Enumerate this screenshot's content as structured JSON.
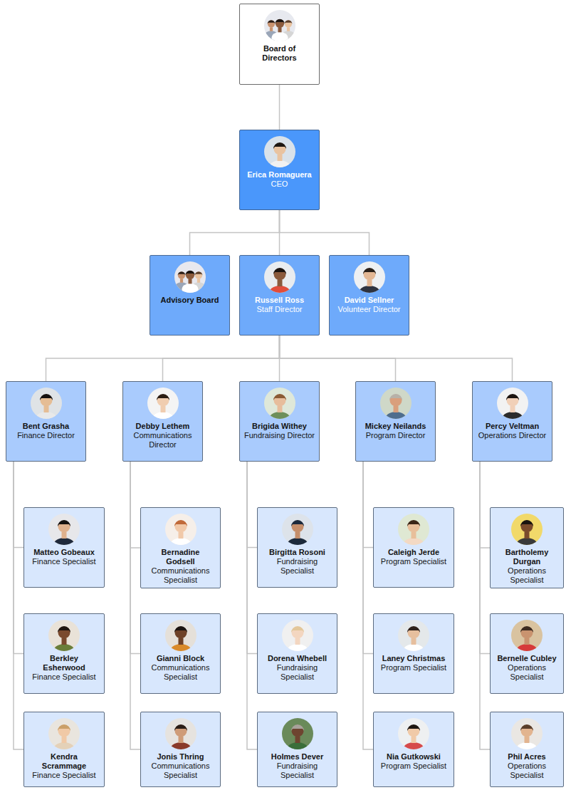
{
  "diagram": {
    "nodes": [
      {
        "text": [
          "Board of Directors"
        ]
      },
      {
        "text": [
          "Erica Romaguera",
          "CEO"
        ]
      },
      {
        "text": [
          "Advisory Board"
        ]
      },
      {
        "text": [
          "Russell Ross",
          "Staff Director"
        ]
      },
      {
        "text": [
          "David Sellner",
          "Volunteer Director"
        ]
      },
      {
        "text": [
          "Bent Grasha",
          "Finance Director"
        ]
      },
      {
        "text": [
          "Debby Lethem",
          "Communications Director"
        ]
      },
      {
        "text": [
          "Brigida Withey",
          "Fundraising Director"
        ]
      },
      {
        "text": [
          "Mickey Neilands",
          "Program Director"
        ]
      },
      {
        "text": [
          "Percy Veltman",
          "Operations Director"
        ]
      },
      {
        "text": [
          "Matteo Gobeaux",
          "Finance Specialist"
        ]
      },
      {
        "text": [
          "Bernadine Godsell",
          "Communications Specialist"
        ]
      },
      {
        "text": [
          "Birgitta Rosoni",
          "Fundraising Specialist"
        ]
      },
      {
        "text": [
          "Caleigh Jerde",
          "Program Specialist"
        ]
      },
      {
        "text": [
          "Bartholemy Durgan",
          "Operations Specialist"
        ]
      },
      {
        "text": [
          "Berkley Esherwood",
          "Finance Specialist"
        ]
      },
      {
        "text": [
          "Gianni Block",
          "Communications Specialist"
        ]
      },
      {
        "text": [
          "Dorena Whebell",
          "Fundraising Specialist"
        ]
      },
      {
        "text": [
          "Laney Christmas",
          "Program Specialist"
        ]
      },
      {
        "text": [
          "Bernelle Cubley",
          "Operations Specialist"
        ]
      },
      {
        "text": [
          "Kendra Scrammage",
          "Finance Specialist"
        ]
      },
      {
        "text": [
          "Jonis Thring",
          "Communications Specialist"
        ]
      },
      {
        "text": [
          "Holmes Dever",
          "Fundraising Specialist"
        ]
      },
      {
        "text": [
          "Nia Gutkowski",
          "Program Specialist"
        ]
      },
      {
        "text": [
          "Phil Acres",
          "Operations Specialist"
        ]
      }
    ],
    "edges": [
      {
        "from": 0,
        "to": 1,
        "arrow": "none"
      },
      {
        "from": 1,
        "to": 2,
        "arrow": "none"
      },
      {
        "from": 1,
        "to": 3,
        "arrow": "none"
      },
      {
        "from": 1,
        "to": 4,
        "arrow": "none"
      },
      {
        "from": 3,
        "to": 5,
        "arrow": "none"
      },
      {
        "from": 3,
        "to": 6,
        "arrow": "none"
      },
      {
        "from": 3,
        "to": 7,
        "arrow": "none"
      },
      {
        "from": 3,
        "to": 8,
        "arrow": "none"
      },
      {
        "from": 3,
        "to": 9,
        "arrow": "none"
      },
      {
        "from": 5,
        "to": 10,
        "arrow": "none"
      },
      {
        "from": 5,
        "to": 15,
        "arrow": "none"
      },
      {
        "from": 5,
        "to": 20,
        "arrow": "none"
      },
      {
        "from": 6,
        "to": 11,
        "arrow": "none"
      },
      {
        "from": 6,
        "to": 16,
        "arrow": "none"
      },
      {
        "from": 6,
        "to": 21,
        "arrow": "none"
      },
      {
        "from": 7,
        "to": 12,
        "arrow": "none"
      },
      {
        "from": 7,
        "to": 17,
        "arrow": "none"
      },
      {
        "from": 7,
        "to": 22,
        "arrow": "none"
      },
      {
        "from": 8,
        "to": 13,
        "arrow": "none"
      },
      {
        "from": 8,
        "to": 18,
        "arrow": "none"
      },
      {
        "from": 8,
        "to": 23,
        "arrow": "none"
      },
      {
        "from": 9,
        "to": 14,
        "arrow": "none"
      },
      {
        "from": 9,
        "to": 19,
        "arrow": "none"
      },
      {
        "from": 9,
        "to": 24,
        "arrow": "none"
      }
    ]
  }
}
